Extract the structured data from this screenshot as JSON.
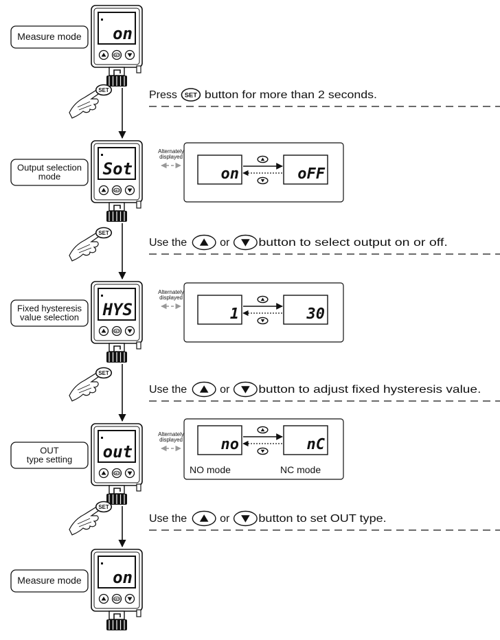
{
  "stages": [
    {
      "label": [
        "Measure mode"
      ],
      "display": "on"
    },
    {
      "label": [
        "Output selection",
        "mode"
      ],
      "display": "Sot",
      "side": "Alternately displayed",
      "panel": {
        "left": "on",
        "right": "oFF",
        "left_caption": "",
        "right_caption": ""
      }
    },
    {
      "label": [
        "Fixed hysteresis",
        "value selection"
      ],
      "display": "HYS",
      "side": "Alternately displayed",
      "panel": {
        "left": "1",
        "right": "30",
        "left_caption": "",
        "right_caption": ""
      }
    },
    {
      "label": [
        "OUT",
        "type setting"
      ],
      "display": "out",
      "side": "Alternately displayed",
      "panel": {
        "left": "no",
        "right": "nC",
        "left_caption": "NO mode",
        "right_caption": "NC mode"
      }
    },
    {
      "label": [
        "Measure mode"
      ],
      "display": "on"
    }
  ],
  "instructions": [
    {
      "before": "Press",
      "after": "button for more than 2 seconds.",
      "icons": [
        "set-icon"
      ]
    },
    {
      "before": "Use the",
      "middle": "or",
      "after": "button to select output on or off.",
      "icons": [
        "up-icon",
        "down-icon"
      ]
    },
    {
      "before": "Use the",
      "middle": "or",
      "after": "button to adjust fixed hysteresis value.",
      "icons": [
        "up-icon",
        "down-icon"
      ]
    },
    {
      "before": "Use the",
      "middle": "or",
      "after": "button to set OUT type.",
      "icons": [
        "up-icon",
        "down-icon"
      ]
    }
  ],
  "buttons": {
    "set": "SET"
  },
  "colors": {
    "ink": "#111111",
    "dashed_arrow": "#999999",
    "device_fill": "#ffffff"
  }
}
